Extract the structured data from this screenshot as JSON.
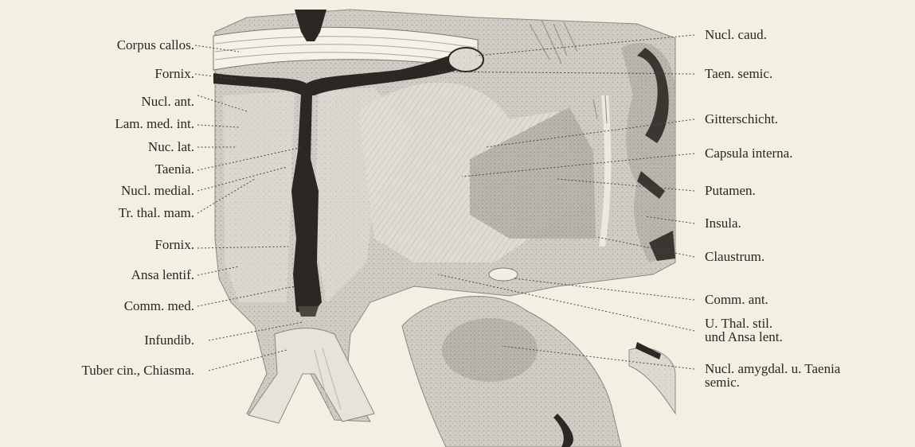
{
  "labels_left": [
    {
      "id": "corpus-callos",
      "text": "Corpus callos."
    },
    {
      "id": "fornix-upper",
      "text": "Fornix."
    },
    {
      "id": "nucl-ant",
      "text": "Nucl. ant."
    },
    {
      "id": "lam-med-int",
      "text": "Lam. med. int."
    },
    {
      "id": "nuc-lat",
      "text": "Nuc. lat."
    },
    {
      "id": "taenia",
      "text": "Taenia."
    },
    {
      "id": "nucl-medial",
      "text": "Nucl. medial."
    },
    {
      "id": "tr-thal-mam",
      "text": "Tr. thal. mam."
    },
    {
      "id": "fornix-lower",
      "text": "Fornix."
    },
    {
      "id": "ansa-lentif",
      "text": "Ansa lentif."
    },
    {
      "id": "comm-med",
      "text": "Comm. med."
    },
    {
      "id": "infundib",
      "text": "Infundib."
    },
    {
      "id": "tuber-cin-chiasma",
      "text": "Tuber cin., Chiasma."
    }
  ],
  "labels_right": [
    {
      "id": "nucl-caud",
      "text": "Nucl. caud."
    },
    {
      "id": "taen-semic",
      "text": "Taen. semic."
    },
    {
      "id": "gitterschicht",
      "text": "Gitterschicht."
    },
    {
      "id": "capsula-interna",
      "text": "Capsula interna."
    },
    {
      "id": "putamen",
      "text": "Putamen."
    },
    {
      "id": "insula",
      "text": "Insula."
    },
    {
      "id": "claustrum",
      "text": "Claustrum."
    },
    {
      "id": "comm-ant",
      "text": "Comm. ant."
    },
    {
      "id": "u-thal-stil",
      "line1": "U. Thal. stil.",
      "line2": "und Ansa lent."
    },
    {
      "id": "nucl-amygdal",
      "line1": "Nucl. amygdal. u. Taenia",
      "line2": "semic."
    }
  ]
}
